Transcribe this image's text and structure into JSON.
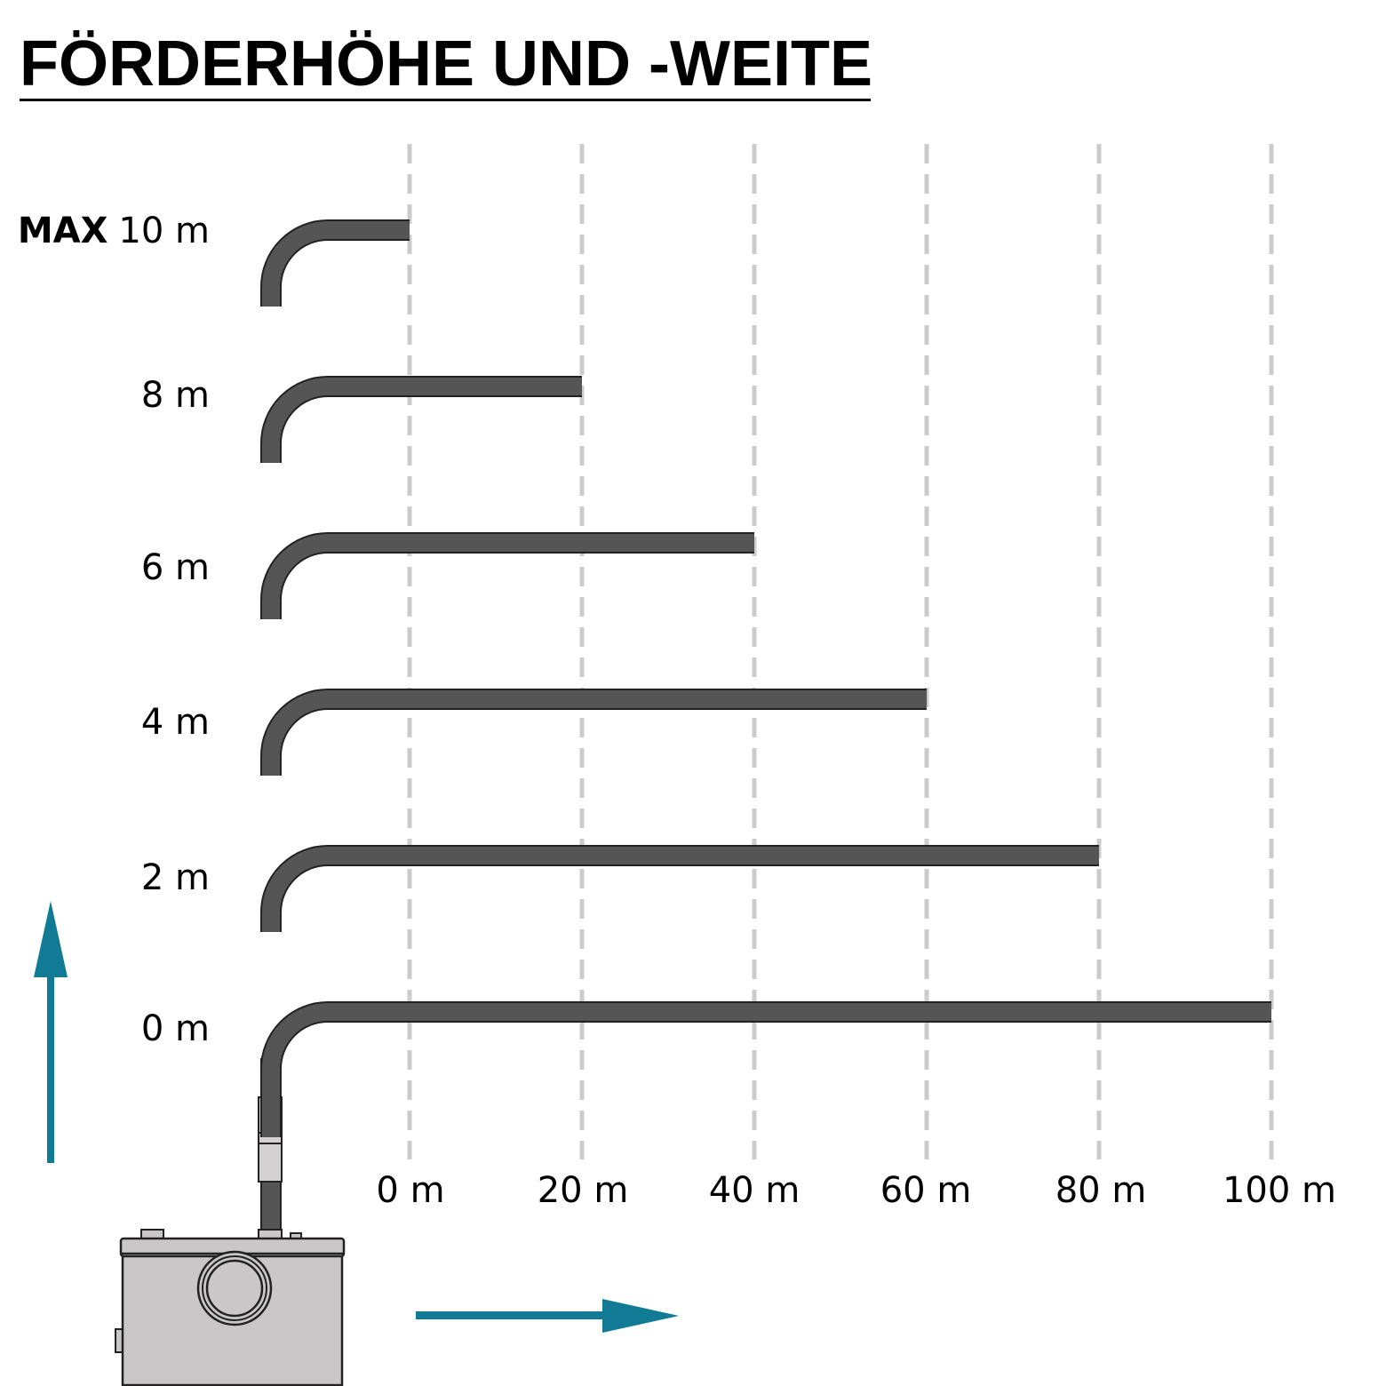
{
  "title": "FÖRDERHÖHE UND -WEITE",
  "colors": {
    "hose": "#555555",
    "hose_outline": "#222222",
    "arrow": "#117a95",
    "grid": "#cccccc",
    "pump_body": "#c9c7c8"
  },
  "max_prefix": "MAX",
  "height_labels": [
    "10 m",
    "8 m",
    "6 m",
    "4 m",
    "2 m",
    "0 m"
  ],
  "distance_labels": [
    "0 m",
    "20 m",
    "40 m",
    "60 m",
    "80 m",
    "100 m"
  ],
  "chart_data": {
    "type": "diagram",
    "series": [
      {
        "height_m": 10,
        "distance_m": 0
      },
      {
        "height_m": 8,
        "distance_m": 20
      },
      {
        "height_m": 6,
        "distance_m": 40
      },
      {
        "height_m": 4,
        "distance_m": 60
      },
      {
        "height_m": 2,
        "distance_m": 80
      },
      {
        "height_m": 0,
        "distance_m": 100
      }
    ],
    "x_ticks": [
      0,
      20,
      40,
      60,
      80,
      100
    ],
    "y_ticks": [
      10,
      8,
      6,
      4,
      2,
      0
    ]
  }
}
